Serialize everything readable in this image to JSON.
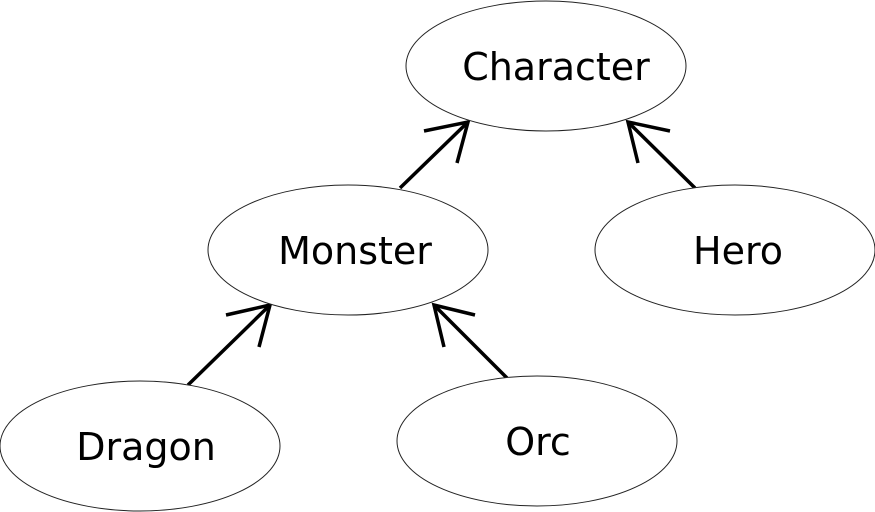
{
  "nodes": {
    "character": {
      "label": "Character"
    },
    "monster": {
      "label": "Monster"
    },
    "hero": {
      "label": "Hero"
    },
    "dragon": {
      "label": "Dragon"
    },
    "orc": {
      "label": "Orc"
    }
  },
  "edges": [
    {
      "from": "monster",
      "to": "character"
    },
    {
      "from": "hero",
      "to": "character"
    },
    {
      "from": "dragon",
      "to": "monster"
    },
    {
      "from": "orc",
      "to": "monster"
    }
  ],
  "colors": {
    "line": "#000000",
    "node_border": "#222222",
    "background": "#ffffff"
  }
}
